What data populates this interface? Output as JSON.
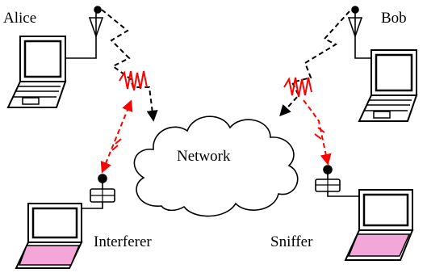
{
  "labels": {
    "alice": "Alice",
    "bob": "Bob",
    "network": "Network",
    "interferer": "Interferer",
    "sniffer": "Sniffer"
  },
  "colors": {
    "ink": "#000000",
    "signal": "#ff0000",
    "screen_pink": "#f4a6d8",
    "background": "#ffffff"
  },
  "icons": {
    "laptop": "laptop-icon",
    "antenna": "antenna-icon",
    "wireless_signal": "rf-wave-icon",
    "cloud": "cloud-icon"
  }
}
